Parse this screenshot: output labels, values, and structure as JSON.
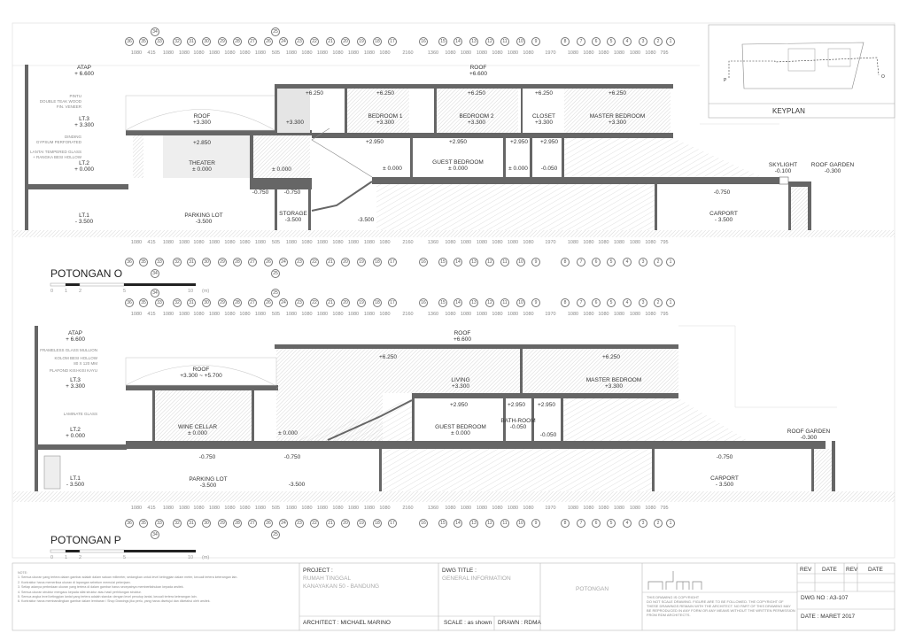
{
  "grid": {
    "labels": [
      "36",
      "35",
      "33",
      "32",
      "31",
      "30",
      "29",
      "28",
      "27",
      "26",
      "24",
      "23",
      "22",
      "21",
      "20",
      "19",
      "18",
      "17",
      "16",
      "15",
      "14",
      "13",
      "12",
      "11",
      "10",
      "9",
      "8",
      "7",
      "6",
      "5",
      "4",
      "3",
      "2",
      "1"
    ],
    "extra": [
      "34",
      "25"
    ],
    "dims": [
      "1080",
      "415",
      "1080",
      "1080",
      "1080",
      "1080",
      "1080",
      "1080",
      "1080",
      "505",
      "1080",
      "1080",
      "1080",
      "1080",
      "1080",
      "1080",
      "1080",
      "2160",
      "1360",
      "1080",
      "1080",
      "1080",
      "1080",
      "1080",
      "1080",
      "1970",
      "1080",
      "1080",
      "1080",
      "1080",
      "1080",
      "1080",
      "795"
    ]
  },
  "section_o": {
    "title": "POTONGAN O",
    "levels": [
      {
        "name": "ATAP",
        "level": "+ 6.600"
      },
      {
        "name": "LT.3",
        "level": "+ 3.300"
      },
      {
        "name": "LT.2",
        "level": "+ 0.000"
      },
      {
        "name": "LT.1",
        "level": "- 3.500"
      }
    ],
    "notes": [
      [
        "PINTU",
        "DOUBLE TEAK WOOD",
        "FIN. VENEER"
      ],
      [
        "DINDING",
        "GYPSUM PERFORATED"
      ],
      [
        "LANTAI TEMPERED GLASS",
        "+ RANGKA BESI HOLLOW"
      ]
    ],
    "labels": [
      {
        "name": "ROOF",
        "level": "+3.300"
      },
      {
        "name": "",
        "level": "+2.850"
      },
      {
        "name": "THEATER",
        "level": "± 0.000"
      },
      {
        "name": "PARKING LOT",
        "level": "-3.500"
      },
      {
        "name": "",
        "level": "+3.300"
      },
      {
        "name": "",
        "level": "± 0.000"
      },
      {
        "name": "",
        "level": "-0.750"
      },
      {
        "name": "",
        "level": "-0.750"
      },
      {
        "name": "STORAGE",
        "level": "-3.500"
      },
      {
        "name": "",
        "level": "+6.250"
      },
      {
        "name": "ROOF",
        "level": "+6.600"
      },
      {
        "name": "",
        "level": "+6.250"
      },
      {
        "name": "BEDROOM 1",
        "level": "+3.300"
      },
      {
        "name": "",
        "level": "+6.250"
      },
      {
        "name": "BEDROOM 2",
        "level": "+3.300"
      },
      {
        "name": "",
        "level": "+6.250"
      },
      {
        "name": "CLOSET",
        "level": "+3.300"
      },
      {
        "name": "",
        "level": "+6.250"
      },
      {
        "name": "MASTER BEDROOM",
        "level": "+3.300"
      },
      {
        "name": "",
        "level": "+2.950"
      },
      {
        "name": "",
        "level": "+2.950"
      },
      {
        "name": "",
        "level": "+2.950"
      },
      {
        "name": "",
        "level": "+2.950"
      },
      {
        "name": "",
        "level": "± 0.000"
      },
      {
        "name": "GUEST BEDROOM",
        "level": "± 0.000"
      },
      {
        "name": "",
        "level": "± 0.000"
      },
      {
        "name": "",
        "level": "-0.050"
      },
      {
        "name": "",
        "level": "-3.500"
      },
      {
        "name": "",
        "level": "-0.750"
      },
      {
        "name": "CARPORT",
        "level": "- 3.500"
      },
      {
        "name": "SKYLIGHT",
        "level": "-0.100"
      },
      {
        "name": "ROOF GARDEN",
        "level": "-0.300"
      }
    ]
  },
  "section_p": {
    "title": "POTONGAN P",
    "levels": [
      {
        "name": "ATAP",
        "level": "+ 6.600"
      },
      {
        "name": "LT.3",
        "level": "+ 3.300"
      },
      {
        "name": "LT.2",
        "level": "+ 0.000"
      },
      {
        "name": "LT.1",
        "level": "- 3.500"
      }
    ],
    "notes": [
      [
        "FRAMELESS GLASS MULLION"
      ],
      [
        "KOLOM BESI HOLLOW",
        "80 X 120 MM"
      ],
      [
        "PLAFOND KISI-KISI KAYU"
      ],
      [
        "LAMINATE GLASS"
      ]
    ],
    "labels": [
      {
        "name": "ROOF",
        "level": "+3.300 ~ +5.700"
      },
      {
        "name": "WINE CELLAR",
        "level": "± 0.000"
      },
      {
        "name": "",
        "level": "± 0.000"
      },
      {
        "name": "",
        "level": "-0.750"
      },
      {
        "name": "",
        "level": "-0.750"
      },
      {
        "name": "PARKING LOT",
        "level": "-3.500"
      },
      {
        "name": "",
        "level": "-3.500"
      },
      {
        "name": "",
        "level": "+6.250"
      },
      {
        "name": "ROOF",
        "level": "+6.600"
      },
      {
        "name": "LIVING",
        "level": "+3.300"
      },
      {
        "name": "",
        "level": "+6.250"
      },
      {
        "name": "MASTER BEDROOM",
        "level": "+3.300"
      },
      {
        "name": "",
        "level": "+2.950"
      },
      {
        "name": "",
        "level": "+2.950"
      },
      {
        "name": "",
        "level": "+2.950"
      },
      {
        "name": "GUEST BEDROOM",
        "level": "± 0.000"
      },
      {
        "name": "BATH-ROOM",
        "level": "-0.050"
      },
      {
        "name": "",
        "level": "-0.050"
      },
      {
        "name": "ROOF GARDEN",
        "level": "-0.300"
      },
      {
        "name": "",
        "level": "-0.750"
      },
      {
        "name": "CARPORT",
        "level": "- 3.500"
      }
    ]
  },
  "scale_bar": [
    "0",
    "1",
    "2",
    "5",
    "10",
    "(m)"
  ],
  "keyplan": {
    "title": "KEYPLAN",
    "marks": [
      "P",
      "O"
    ]
  },
  "title_block": {
    "notes_heading": "NOTE:",
    "notes": [
      "1. Semua ukuran yang tertera dalam gambar adalah dalam satuan milimeter, sedangkan untuk level ketinggian dalam meter, kecuali tertera keterangan lain.",
      "2. Kontraktor harus memeriksa ukuran di lapangan sebelum memulai pekerjaan.",
      "3. Setiap adanya perbedaan ukuran yang tertera di dalam gambar harus secepatnya memberitahukan kepada arsitek.",
      "4. Semua ukuran struktur mengacu kepada sifat struktur atau hasil perhitungan struktur.",
      "5. Semua angka level ketinggian lantai yang tertera adalah standar dengan level penutup lantai, kecuali tertera keterangan lain.",
      "6. Kontraktor harus membandingkan gambar dalam lembaran / Shop Drawings jika perlu, yang harus disetujui dan diketahui oleh arsitek."
    ],
    "project_label": "PROJECT :",
    "project_name": "RUMAH TINGGAL",
    "project_location": "KANAYAKAN 50 - BANDUNG",
    "architect": "ARCHITECT : MICHAEL MARINO",
    "dwg_title_label": "DWG TITLE :",
    "dwg_title": "GENERAL INFORMATION",
    "scale": "SCALE : as shown",
    "drawn": "DRAWN : RDMA",
    "sheet": "POTONGAN",
    "logo": "rdma",
    "copyright": [
      "THIS DRAWING IS COPYRIGHT",
      "DO NOT SCALE DRAWING. FIGURE ARE TO BE FOLLOWED. THE COPYRIGHT OF",
      "THESE DRAWINGS REMAIN WITH THE ARCHITECT. NO PART OF THIS DRAWING MAY",
      "BE REPRODUCED IN ANY FORM OR ANY MEANS WITHOUT THE WRITTEN PERMISSION",
      "FROM RDM ARCHITECTS."
    ],
    "rev1": "REV",
    "date1": "DATE",
    "rev2": "REV",
    "date2": "DATE",
    "dwg_no": "DWG NO : A3-107",
    "date": "DATE : MARET 2017"
  }
}
